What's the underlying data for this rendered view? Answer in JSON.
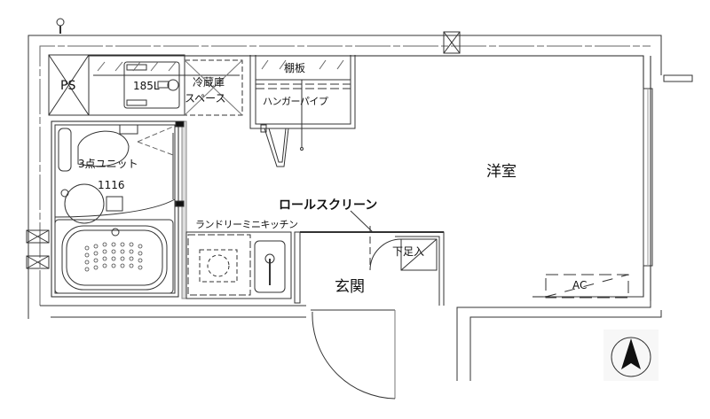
{
  "floor_plan": {
    "type": "apartment-1R",
    "rooms": {
      "western_room": "洋室",
      "entrance": "玄関",
      "unit_bath": "3点ユニット",
      "unit_bath_size": "1116",
      "fridge_space_line1": "冷蔵庫",
      "fridge_space_line2": "スペース",
      "shelf": "棚板",
      "hanger_pipe": "ハンガーパイプ",
      "laundry_kitchen": "ランドリーミニキッチン",
      "roll_screen": "ロールスクリーン",
      "shoe_box": "下足入",
      "pipe_space": "PS",
      "air_conditioner": "AC",
      "water_heater": "185L"
    },
    "compass": {
      "direction": "north",
      "icon": "north-arrow-icon"
    },
    "colors": {
      "line": "#222222",
      "thin_line": "#555555",
      "background": "#ffffff"
    }
  }
}
